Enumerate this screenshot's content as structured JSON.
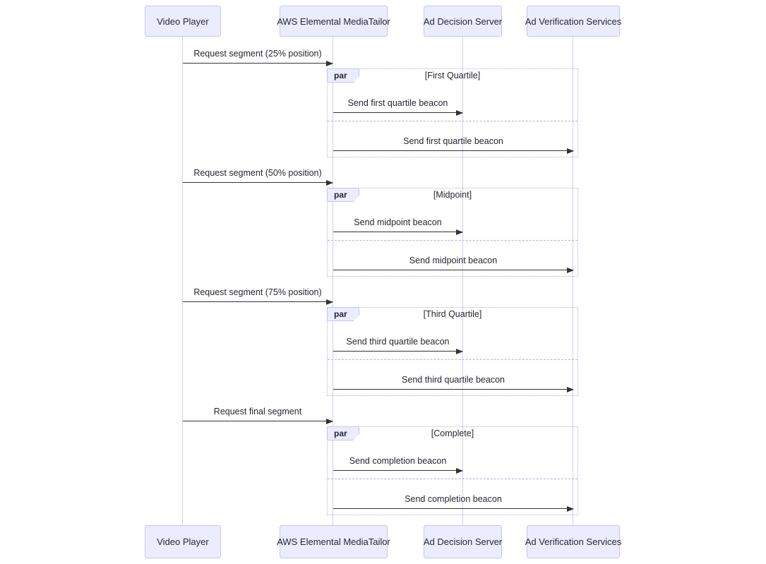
{
  "diagram": {
    "type": "sequence",
    "participants": [
      {
        "name": "Video Player"
      },
      {
        "name": "AWS Elemental MediaTailor"
      },
      {
        "name": "Ad Decision Server"
      },
      {
        "name": "Ad Verification Services"
      }
    ],
    "requests": [
      {
        "from": "Video Player",
        "to": "AWS Elemental MediaTailor",
        "text": "Request segment (25% position)"
      },
      {
        "from": "Video Player",
        "to": "AWS Elemental MediaTailor",
        "text": "Request segment (50% position)"
      },
      {
        "from": "Video Player",
        "to": "AWS Elemental MediaTailor",
        "text": "Request segment (75% position)"
      },
      {
        "from": "Video Player",
        "to": "AWS Elemental MediaTailor",
        "text": "Request final segment"
      }
    ],
    "par_blocks": [
      {
        "label": "par",
        "condition": "[First Quartile]",
        "messages": [
          {
            "from": "AWS Elemental MediaTailor",
            "to": "Ad Decision Server",
            "text": "Send first quartile beacon"
          },
          {
            "from": "AWS Elemental MediaTailor",
            "to": "Ad Verification Services",
            "text": "Send first quartile beacon"
          }
        ]
      },
      {
        "label": "par",
        "condition": "[Midpoint]",
        "messages": [
          {
            "from": "AWS Elemental MediaTailor",
            "to": "Ad Decision Server",
            "text": "Send midpoint beacon"
          },
          {
            "from": "AWS Elemental MediaTailor",
            "to": "Ad Verification Services",
            "text": "Send midpoint beacon"
          }
        ]
      },
      {
        "label": "par",
        "condition": "[Third Quartile]",
        "messages": [
          {
            "from": "AWS Elemental MediaTailor",
            "to": "Ad Decision Server",
            "text": "Send third quartile beacon"
          },
          {
            "from": "AWS Elemental MediaTailor",
            "to": "Ad Verification Services",
            "text": "Send third quartile beacon"
          }
        ]
      },
      {
        "label": "par",
        "condition": "[Complete]",
        "messages": [
          {
            "from": "AWS Elemental MediaTailor",
            "to": "Ad Decision Server",
            "text": "Send completion beacon"
          },
          {
            "from": "AWS Elemental MediaTailor",
            "to": "Ad Verification Services",
            "text": "Send completion beacon"
          }
        ]
      }
    ],
    "colors": {
      "actor_fill": "#ECECFF",
      "actor_border": "#c9c3f0",
      "lifeline": "#d5d0e8",
      "frame_border": "#b6aede",
      "frame_label_fill": "#ECECFF",
      "message_line": "#333333",
      "text": "#262633",
      "background": "#ffffff"
    }
  }
}
